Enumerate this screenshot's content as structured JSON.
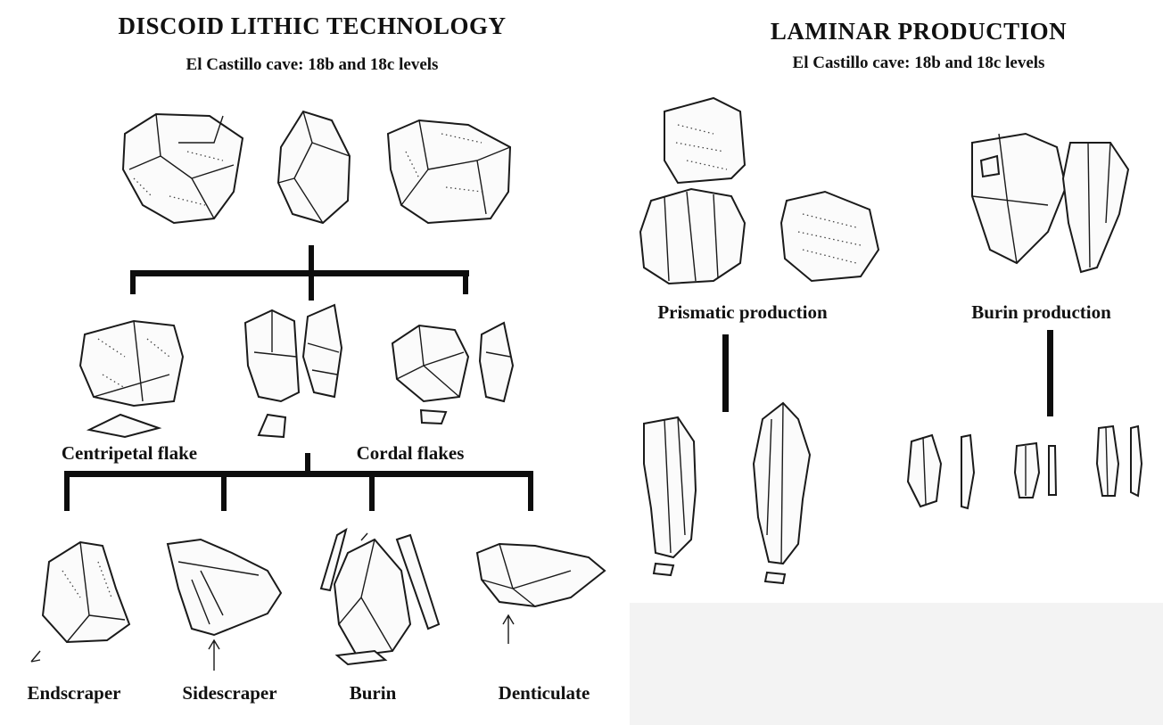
{
  "left": {
    "title": "DISCOID LITHIC TECHNOLOGY",
    "subtitle": "El Castillo cave: 18b and 18c levels",
    "labels": {
      "centripetal": "Centripetal flake",
      "cordal": "Cordal flakes",
      "endscraper": "Endscraper",
      "sidescraper": "Sidescraper",
      "burin": "Burin",
      "denticulate": "Denticulate"
    }
  },
  "right": {
    "title": "LAMINAR PRODUCTION",
    "subtitle": "El Castillo cave: 18b and 18c levels",
    "labels": {
      "prismatic": "Prismatic production",
      "burin_production": "Burin production"
    }
  }
}
